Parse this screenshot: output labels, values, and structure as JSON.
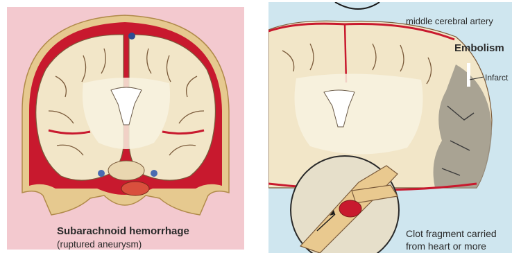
{
  "left_panel": {
    "caption_title": "Subarachnoid hemorrhage",
    "caption_subtitle": "(ruptured aneurysm)"
  },
  "right_panel": {
    "label_top": "middle cerebral artery",
    "label_embolism": "Embolism",
    "label_infarct": "Infarct",
    "caption_line1": "Clot fragment carried",
    "caption_line2": "from heart or more"
  },
  "colors": {
    "left_background": "#f3c9cf",
    "right_background": "#cfe6ef",
    "brain_tissue": "#f2e6c8",
    "hemorrhage_red": "#c8192e",
    "skull": "#e6c98f",
    "infarct_gray": "#9c968a"
  }
}
